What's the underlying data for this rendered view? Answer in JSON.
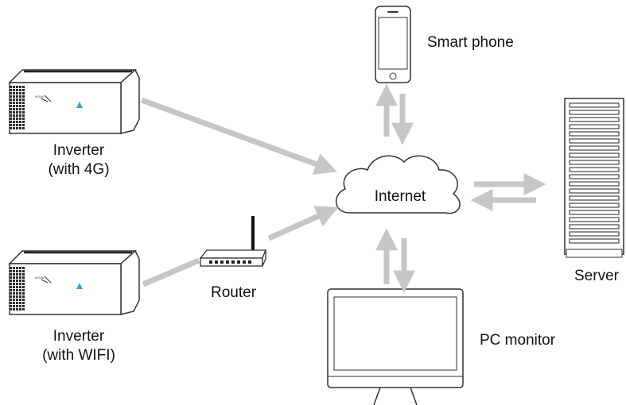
{
  "diagram": {
    "nodes": {
      "inverter_4g": {
        "line1": "Inverter",
        "line2": "(with 4G)"
      },
      "inverter_wifi": {
        "line1": "Inverter",
        "line2": "(with WIFI)"
      },
      "router": {
        "label": "Router"
      },
      "internet": {
        "label": "Internet"
      },
      "smartphone": {
        "label": "Smart phone"
      },
      "server": {
        "label": "Server"
      },
      "pc_monitor": {
        "label": "PC monitor"
      }
    },
    "colors": {
      "arrow": "#c6c6c6",
      "outline": "#333333",
      "accent": "#2aa7d6",
      "vent": "#222222"
    },
    "icons": {
      "inverter": "inverter-icon",
      "router": "router-icon",
      "cloud": "cloud-icon",
      "phone": "smartphone-icon",
      "server": "server-icon",
      "monitor": "monitor-icon"
    }
  }
}
